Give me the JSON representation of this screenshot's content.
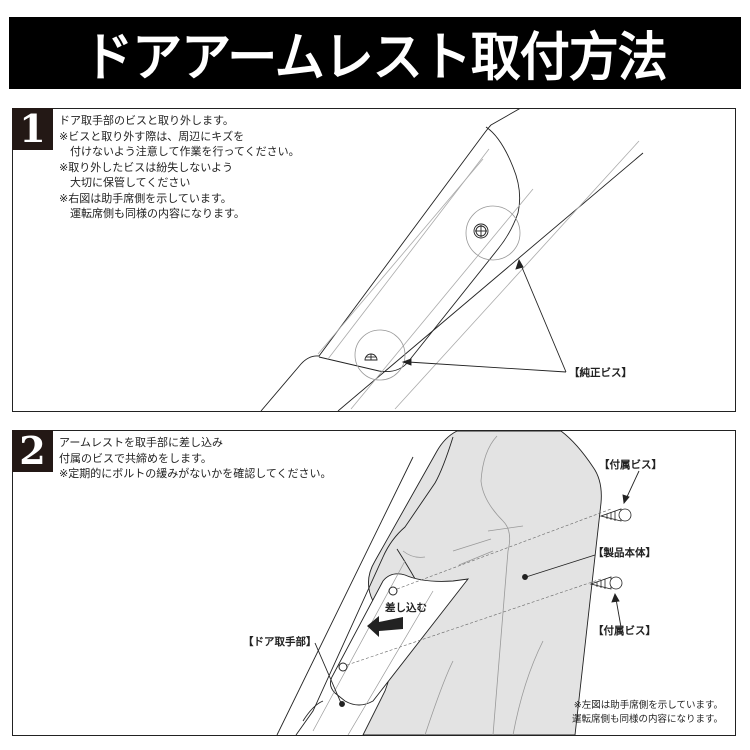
{
  "header": {
    "title": "ドアアームレスト取付方法"
  },
  "steps": [
    {
      "number": "1",
      "text": "ドア取手部のビスと取り外します。\n※ビスと取り外す際は、周辺にキズを\n　付けないよう注意して作業を行ってください。\n※取り外したビスは紛失しないよう\n　大切に保管してください\n※右図は助手席側を示しています。\n　運転席側も同様の内容になります。",
      "labels": {
        "genuine_screw": "【純正ビス】"
      }
    },
    {
      "number": "2",
      "text": "アームレストを取手部に差し込み\n付属のビスで共締めをします。\n※定期的にボルトの緩みがないかを確認してください。",
      "labels": {
        "included_screw_top": "【付属ビス】",
        "product_body": "【製品本体】",
        "included_screw_bottom": "【付属ビス】",
        "insert": "差し込む",
        "door_handle": "【ドア取手部】"
      },
      "note": "※左図は助手席側を示しています。\n運転席側も同様の内容になります。"
    }
  ],
  "colors": {
    "title_bg": "#000000",
    "number_bg": "#231815",
    "product_fill": "#e3e3e3",
    "line": "#222222"
  }
}
